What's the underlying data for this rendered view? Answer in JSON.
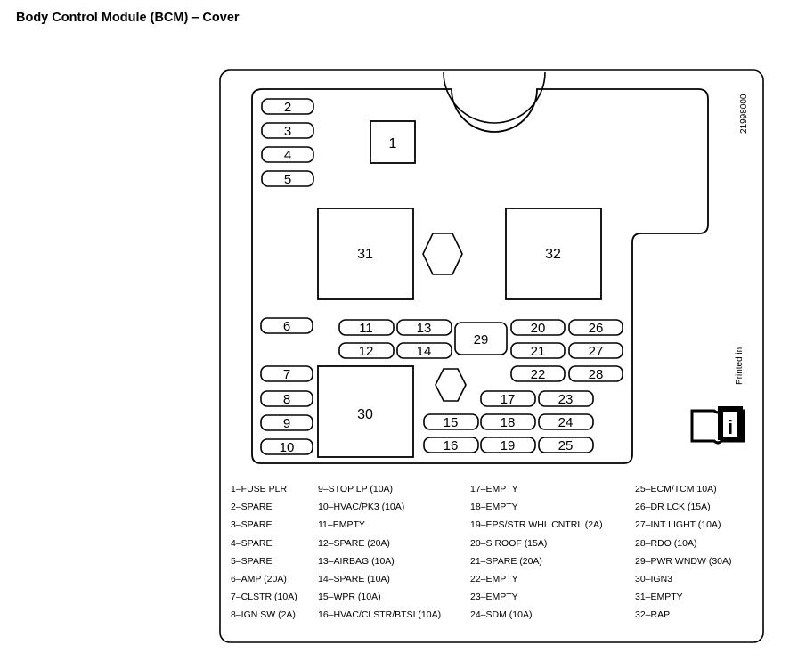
{
  "title": "Body Control Module (BCM) – Cover",
  "part_number": "21998000",
  "printed_in": "Printed in",
  "info_icon": "info-manual-icon",
  "fuses": {
    "f1": "1",
    "f2": "2",
    "f3": "3",
    "f4": "4",
    "f5": "5",
    "f6": "6",
    "f7": "7",
    "f8": "8",
    "f9": "9",
    "f10": "10",
    "f11": "11",
    "f12": "12",
    "f13": "13",
    "f14": "14",
    "f15": "15",
    "f16": "16",
    "f17": "17",
    "f18": "18",
    "f19": "19",
    "f20": "20",
    "f21": "21",
    "f22": "22",
    "f23": "23",
    "f24": "24",
    "f25": "25",
    "f26": "26",
    "f27": "27",
    "f28": "28",
    "f29": "29",
    "f30": "30",
    "f31": "31",
    "f32": "32"
  },
  "legend": {
    "col1": [
      "1–FUSE PLR",
      "2–SPARE",
      "3–SPARE",
      "4–SPARE",
      "5–SPARE",
      "6–AMP (20A)",
      "7–CLSTR (10A)",
      "8–IGN SW (2A)"
    ],
    "col2": [
      "9–STOP LP (10A)",
      "10–HVAC/PK3 (10A)",
      "11–EMPTY",
      "12–SPARE (20A)",
      "13–AIRBAG (10A)",
      "14–SPARE (10A)",
      "15–WPR (10A)",
      "16–HVAC/CLSTR/BTSI (10A)"
    ],
    "col3": [
      "17–EMPTY",
      "18–EMPTY",
      "19–EPS/STR WHL CNTRL (2A)",
      "20–S ROOF (15A)",
      "21–SPARE (20A)",
      "22–EMPTY",
      "23–EMPTY",
      "24–SDM (10A)"
    ],
    "col4": [
      "25–ECM/TCM 10A)",
      "26–DR LCK (15A)",
      "27–INT LIGHT (10A)",
      "28–RDO (10A)",
      "29–PWR WNDW (30A)",
      "30–IGN3",
      "31–EMPTY",
      "32–RAP"
    ]
  }
}
